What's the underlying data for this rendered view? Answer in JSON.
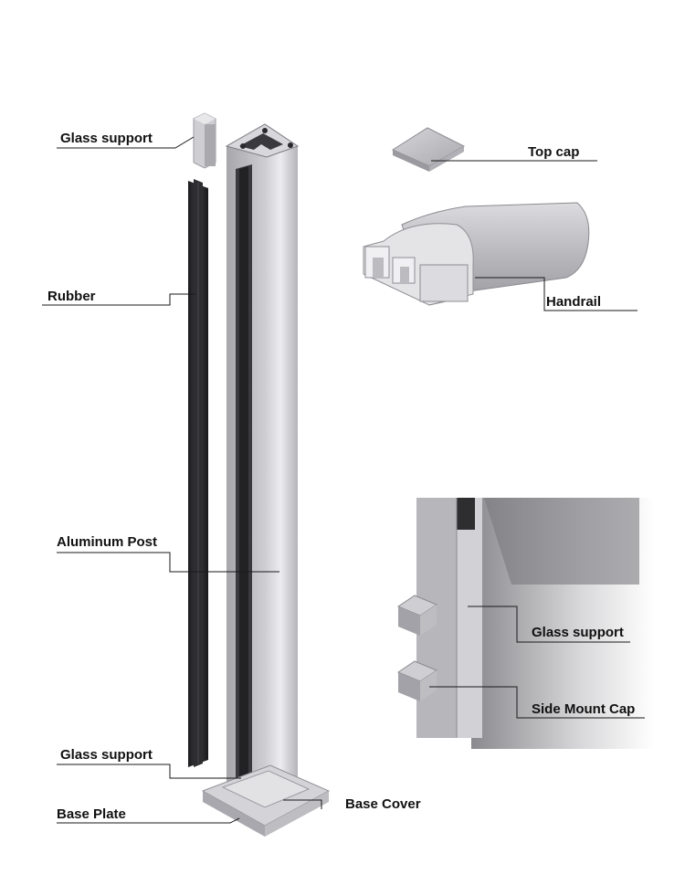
{
  "labels": {
    "glass_support_top": "Glass support",
    "rubber": "Rubber",
    "aluminum_post": "Aluminum Post",
    "glass_support_bottom": "Glass support",
    "base_plate": "Base Plate",
    "base_cover": "Base Cover",
    "top_cap": "Top cap",
    "handrail": "Handrail",
    "glass_support_side": "Glass support",
    "side_mount_cap": "Side Mount Cap"
  },
  "colors": {
    "aluminum_light": "#e4e4e6",
    "aluminum_mid": "#bcbcc0",
    "aluminum_dark": "#8c8c92",
    "rubber": "#2a2a2c",
    "text": "#111111"
  }
}
